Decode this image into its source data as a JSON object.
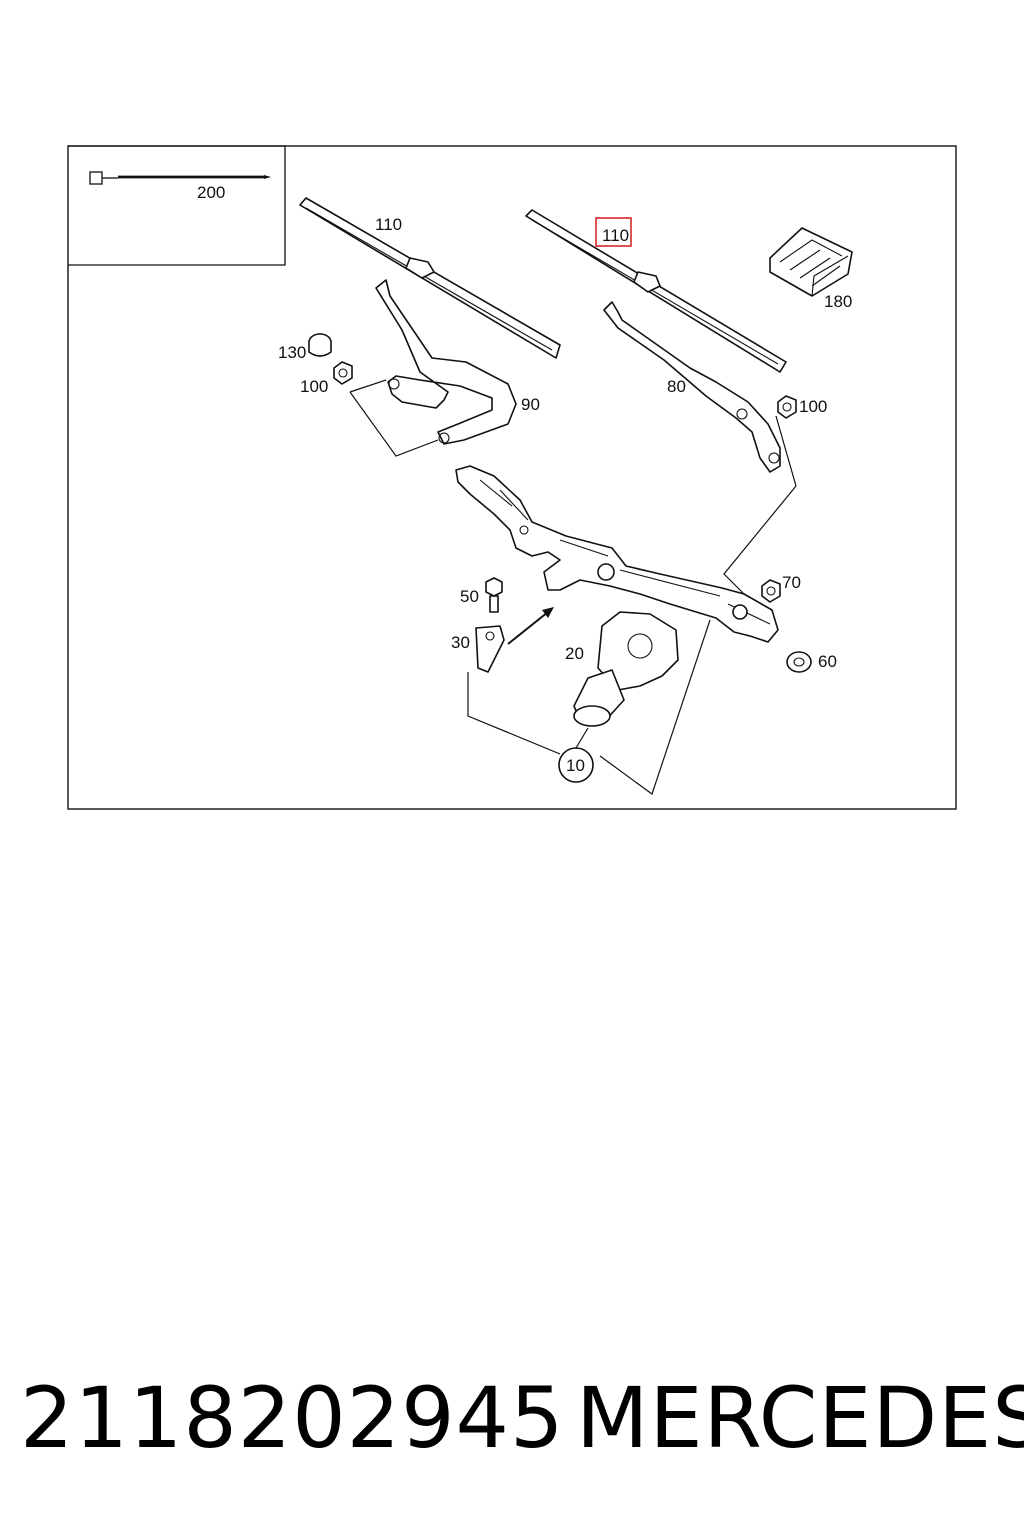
{
  "diagram": {
    "callouts": {
      "c200": "200",
      "c110_left": "110",
      "c110_right": "110",
      "c180": "180",
      "c130": "130",
      "c100_left": "100",
      "c90": "90",
      "c80": "80",
      "c100_right": "100",
      "c50": "50",
      "c30": "30",
      "c20": "20",
      "c70": "70",
      "c60": "60",
      "c10": "10"
    },
    "highlight_color": "#d62828",
    "highlighted_callout": "110"
  },
  "caption": {
    "part_number": "2118202945",
    "brand": "MERCEDES"
  }
}
